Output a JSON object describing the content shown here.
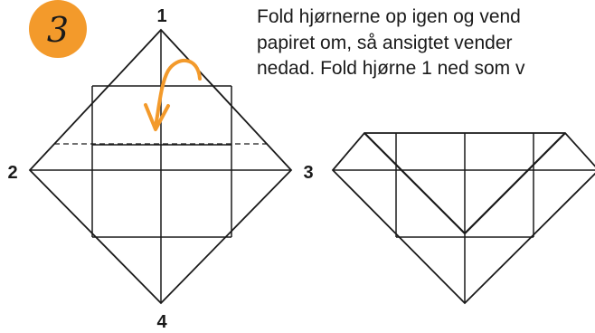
{
  "step": {
    "number": "3",
    "badge_color": "#F39A2B",
    "arrow_color": "#F39A2B"
  },
  "instruction": {
    "lines": [
      "Fold hjørnerne op igen og vend",
      "papiret om, så ansigtet vender",
      "nedad. Fold hjørne 1 ned som v"
    ]
  },
  "corner_labels": {
    "top": "1",
    "left": "2",
    "right": "3",
    "bottom": "4"
  },
  "colors": {
    "line": "#1a1a1a",
    "dashed": "#1a1a1a"
  }
}
